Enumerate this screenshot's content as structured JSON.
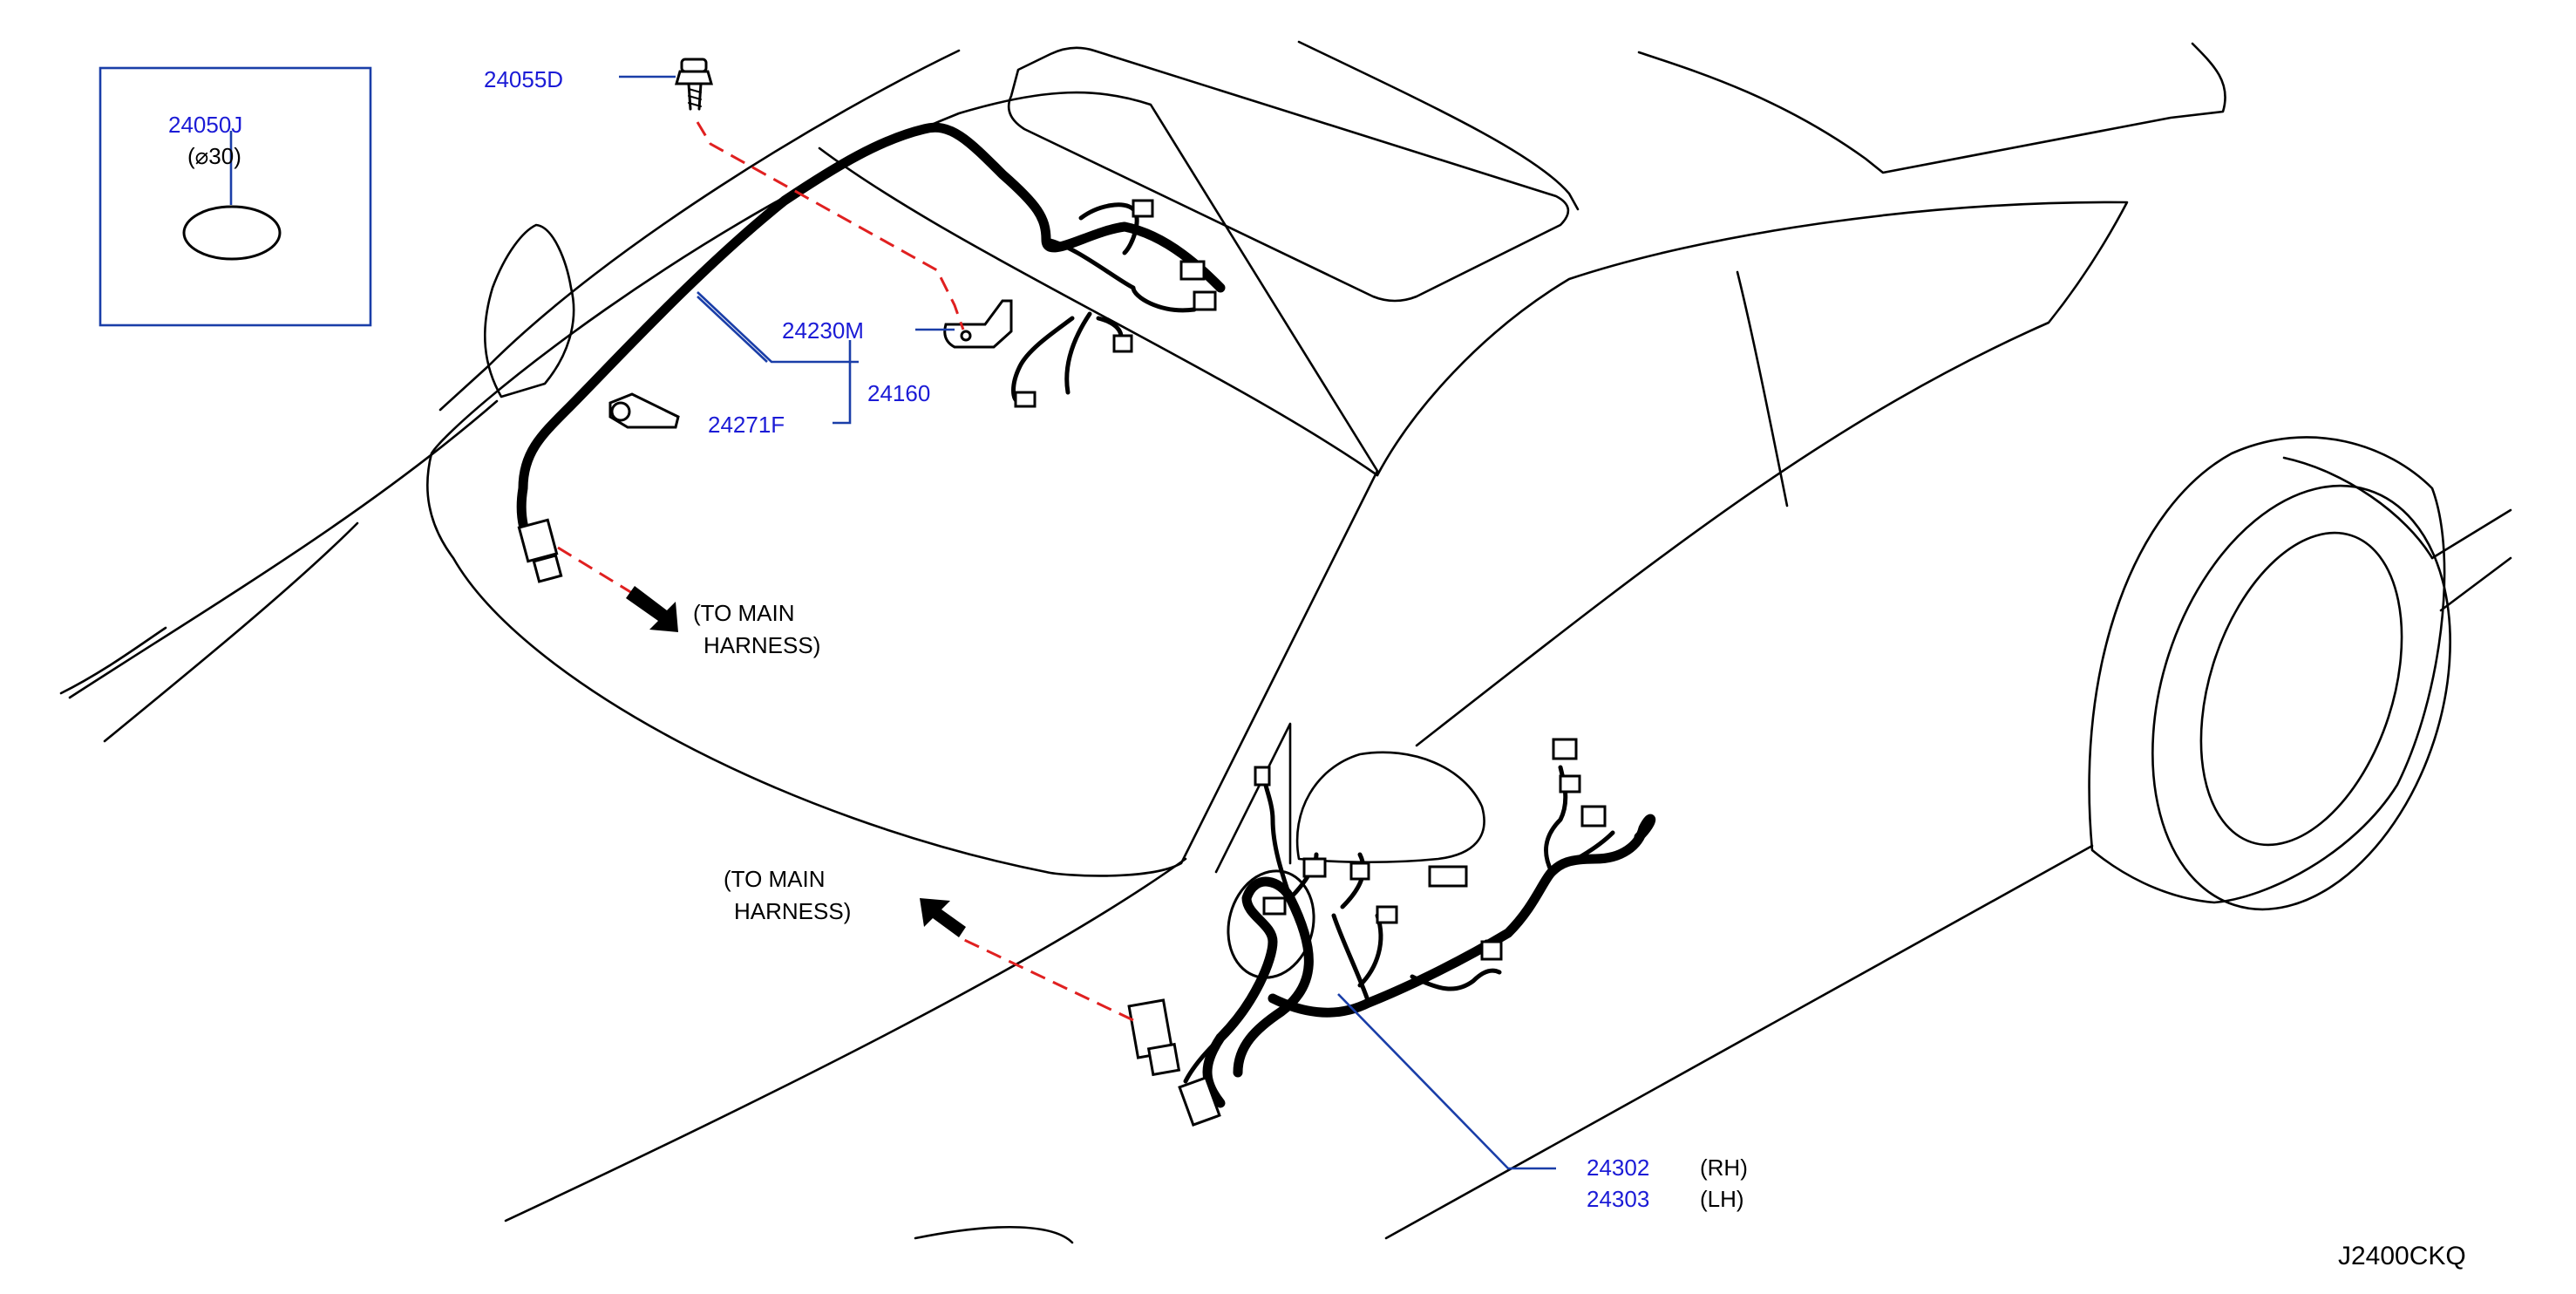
{
  "parts": {
    "p24050j": "24050J",
    "p24050j_size": "(⌀30)",
    "p24055d": "24055D",
    "p24230m": "24230M",
    "p24160": "24160",
    "p24271f": "24271F",
    "p24302": "24302",
    "p24302_side": "(RH)",
    "p24303": "24303",
    "p24303_side": "(LH)"
  },
  "notes": {
    "to_main_1_line1": "(TO   MAIN",
    "to_main_1_line2": "HARNESS)",
    "to_main_2_line1": "(TO   MAIN",
    "to_main_2_line2": "HARNESS)"
  },
  "diagram_code": "J2400CKQ",
  "colors": {
    "part_number": "#1b1bd6",
    "leader": "#1a3ea8",
    "dashed_guide": "#e02020",
    "outline": "#000000"
  },
  "icons": [
    "grommet-icon",
    "bolt-icon",
    "bracket-icon",
    "clip-icon",
    "arrow-icon",
    "connector-icon"
  ]
}
